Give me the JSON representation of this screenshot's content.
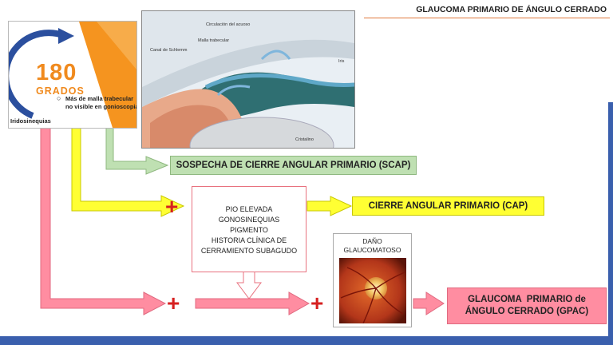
{
  "header": {
    "title": "GLAUCOMA PRIMARIO DE ÁNGULO CERRADO"
  },
  "card": {
    "number": "180",
    "unit": "GRADOS",
    "bullet_text": "Más de malla trabecular no visible en gonioscopia",
    "extra_text": "Iridosinequias"
  },
  "anatomy": {
    "labels": [
      "Circulación del acuoso",
      "Malla trabecular",
      "Canal de Schlemm",
      "Iris",
      "Cristalino"
    ]
  },
  "scap_label": "SOSPECHA DE CIERRE ANGULAR PRIMARIO (SCAP)",
  "cap_label": "CIERRE ANGULAR PRIMARIO (CAP)",
  "pio_box": {
    "lines": [
      "PIO ELEVADA",
      "GONOSINEQUIAS",
      "PIGMENTO",
      "HISTORIA CLÍNICA DE",
      "CERRAMIENTO SUBAGUDO"
    ]
  },
  "dano_box": {
    "lines": [
      "DAÑO",
      "GLAUCOMATOSO"
    ]
  },
  "gpac": {
    "line1": "GLAUCOMA  PRIMARIO de",
    "line2": "ÁNGULO CERRADO (GPAC)"
  },
  "plus_symbol": "+",
  "colors": {
    "orange": "#f08a1e",
    "blue": "#3a5fad",
    "green": "#bfe0b2",
    "yellow": "#ffff33",
    "pink": "#ff8da1",
    "red": "#d62020"
  }
}
